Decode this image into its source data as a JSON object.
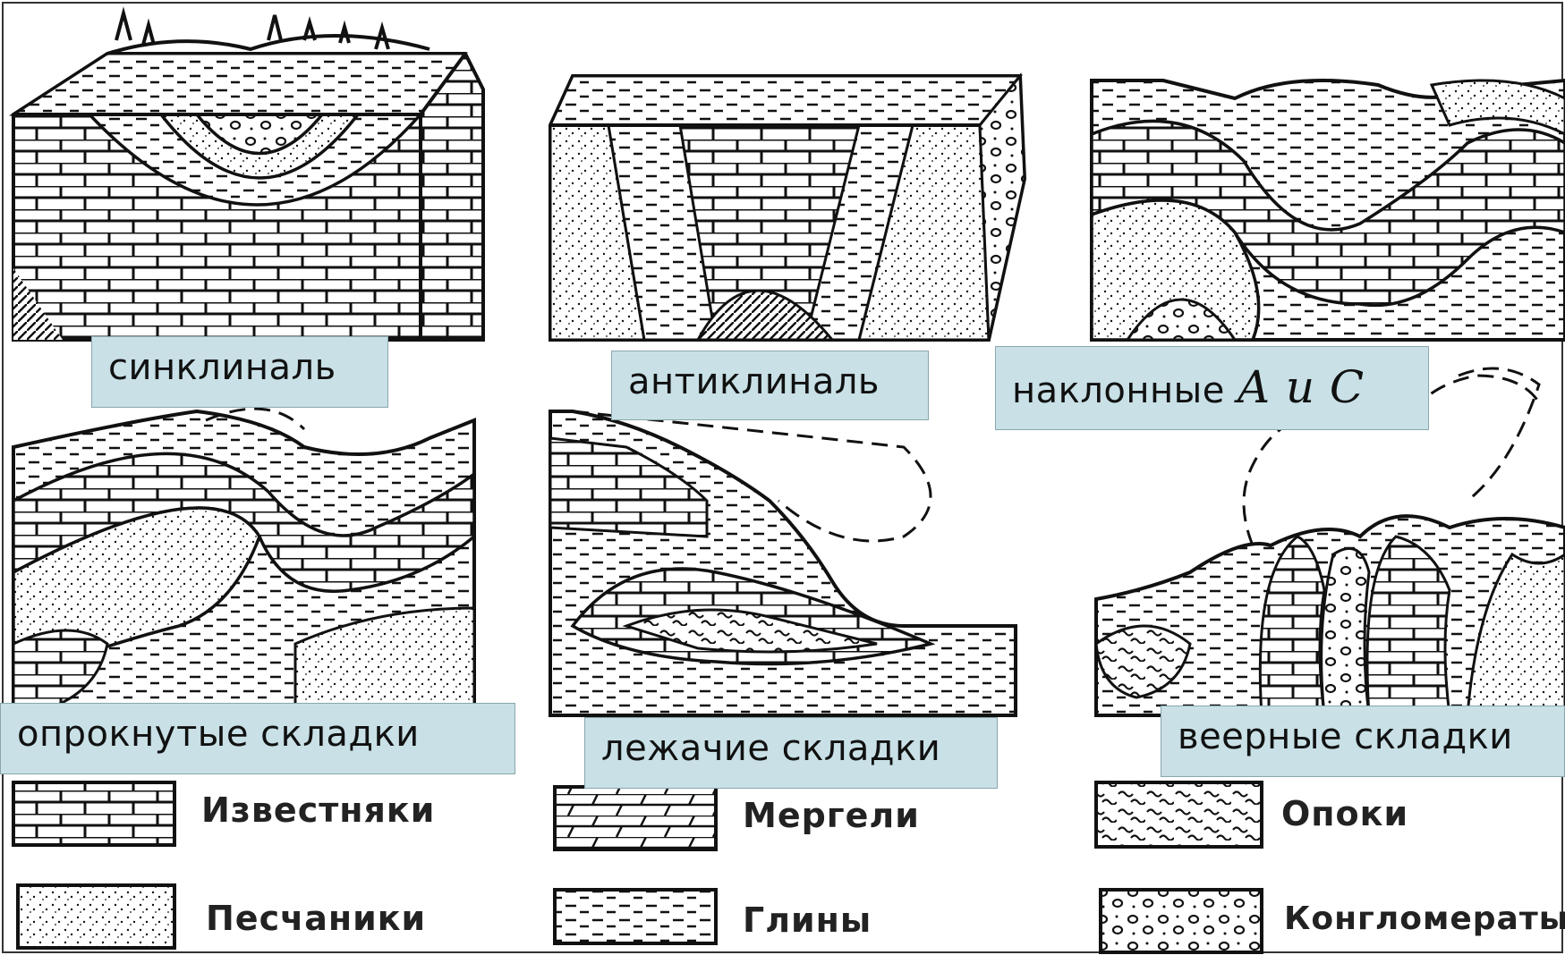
{
  "fold_labels": {
    "syncline": "синклиналь",
    "anticline": "антиклиналь",
    "inclined_prefix": "наклонные",
    "inclined_suffix": "А и С",
    "overturned": "опрокнутые складки",
    "recumbent": "лежачие складки",
    "fan": "веерные складки"
  },
  "legend": {
    "limestone": "Известняки",
    "marl": "Мергели",
    "opoka": "Опоки",
    "sandstone": "Песчаники",
    "clay": "Глины",
    "conglomerate": "Конгломераты"
  },
  "colors": {
    "label_bg": "#c8e0e6",
    "label_border": "#8aa7ae",
    "ink": "#111111"
  }
}
